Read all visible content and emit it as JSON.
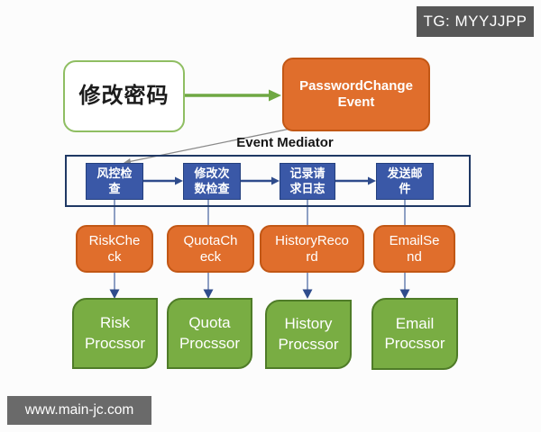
{
  "badge": {
    "text": "TG: MYYJJPP"
  },
  "watermark": {
    "text": "www.main-jc.com"
  },
  "diagram": {
    "source": {
      "label": "修改密码"
    },
    "event": {
      "label": "PasswordChange\nEvent"
    },
    "mediator": {
      "title": "Event Mediator",
      "steps": [
        {
          "label": "风控检\n查"
        },
        {
          "label": "修改次\n数检查"
        },
        {
          "label": "记录请\n求日志"
        },
        {
          "label": "发送邮\n件"
        }
      ]
    },
    "events": [
      {
        "label": "RiskChe\nck"
      },
      {
        "label": "QuotaCh\neck"
      },
      {
        "label": "HistoryReco\nrd"
      },
      {
        "label": "EmailSe\nnd"
      }
    ],
    "processors": [
      {
        "label": "Risk\nProcssor"
      },
      {
        "label": "Quota\nProcssor"
      },
      {
        "label": "History\nProcssor"
      },
      {
        "label": "Email\nProcssor"
      }
    ]
  },
  "colors": {
    "canvas_bg": "#fcfcfc",
    "orange": "#e06e2c",
    "orange_border": "#c25715",
    "blue": "#3a58a7",
    "blue_border": "#24407e",
    "mediator_border": "#1f3864",
    "green": "#79ad43",
    "green_border": "#4f7c28",
    "source_border": "#8fbe62",
    "arrow_green": "#6fa843",
    "line_gray": "#8a8a8a",
    "line_blue": "#7288b5",
    "arrow_navy": "#2f4c8c",
    "badge_bg": "#575757",
    "watermark_bg": "#6a6a6a"
  }
}
